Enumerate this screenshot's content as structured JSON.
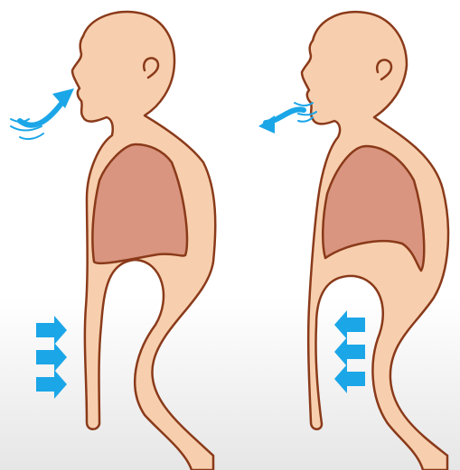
{
  "figure": {
    "panels": [
      {
        "state": "inhale",
        "airflow": "in",
        "abdomen_arrows": "in"
      },
      {
        "state": "exhale",
        "airflow": "out",
        "abdomen_arrows": "out"
      }
    ]
  },
  "colors": {
    "skin": "#F7CFAE",
    "outline": "#8A3A1A",
    "lung": "#D9957F",
    "arrow": "#1BA6E8",
    "floor_gradient_start": "#FFFFFF",
    "floor_gradient_end": "#E6E6E6"
  }
}
